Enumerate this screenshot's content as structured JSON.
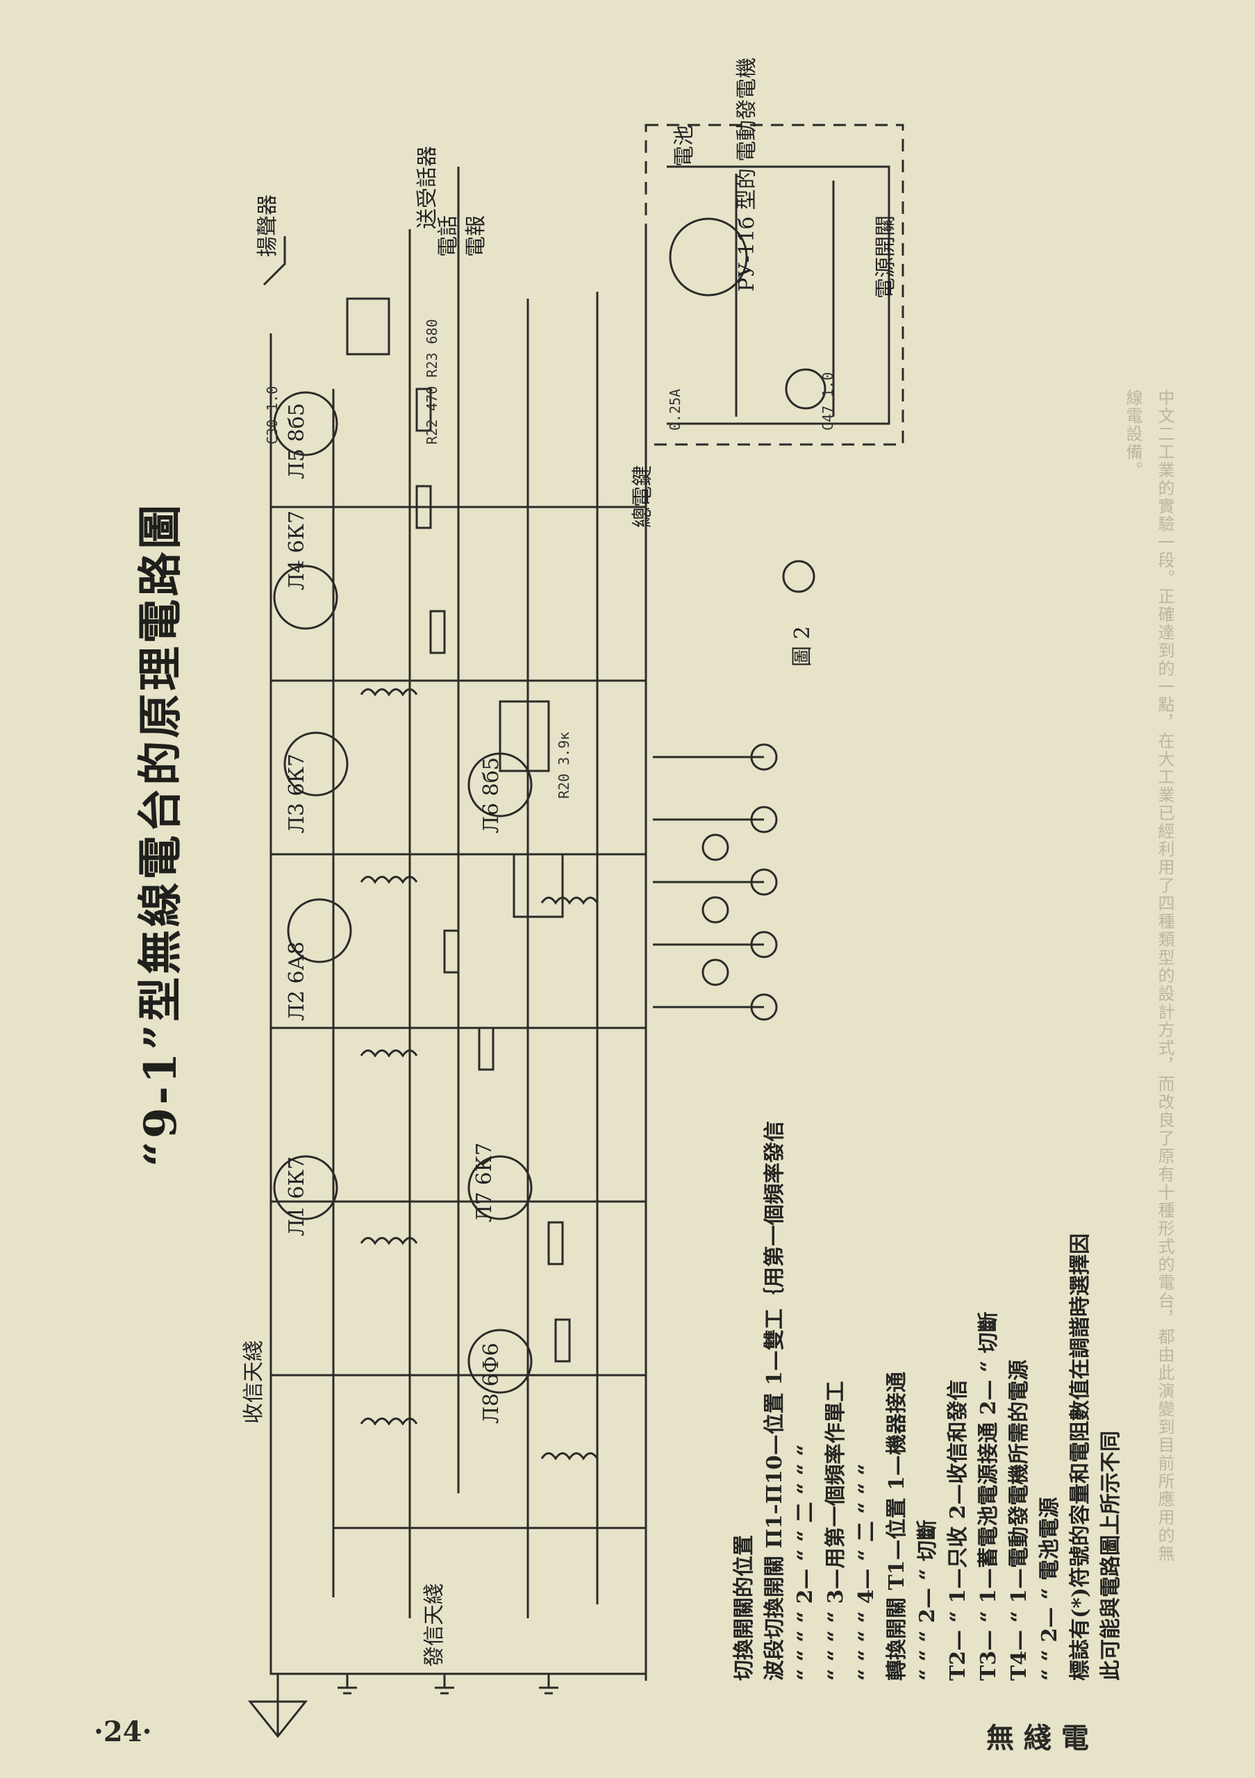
{
  "page": {
    "title": "“9-1”型無線電台的原理電路圖",
    "bleed_text": "中文二工業的實驗一段。正確達到的一點，在大工業已經利用了四種類型的設計方式，而改良了原有十種形式的電台，都由此演變到目前所應用的無線電設備。"
  },
  "schematic": {
    "labels": [
      "揚聲器",
      "Л5 8б5",
      "Л4 6К7",
      "Л3 6К7",
      "Л2 6А8",
      "Л1 6К7",
      "收信天綫",
      "發信天綫",
      "Л7 6К7",
      "Л6 8б5",
      "Л8 6Ф6",
      "電話",
      "電報",
      "送受話器",
      "總電鍵",
      "電池",
      "PУ-11б 型的 電動發電機",
      "電源開關",
      "圖 2"
    ],
    "values": [
      "C30 1.0",
      "R22 470 R23 680",
      "R20 3.9к",
      "0.25А",
      "C47 1.0"
    ]
  },
  "legend": {
    "heading": "切換開關的位置",
    "lines": [
      "波段切換開關 П1–П10—位置 1—雙工｛用第一個頻率發信",
      "“ “ “ “ 2— “ “ 二 “ “ “",
      "“ “ “ “ 3—用第一個頻率作單工",
      "“ “ “ “ 4— “ 二 “ “ “",
      "轉換開關 T1—位置 1—機器接通",
      "“ “ “ 2— “ 切斷",
      "T2— “ 1—只收   2—收信和發信",
      "T3— “ 1—蓄電池電源接通   2— “ 切斷",
      "T4— “ 1—電動發電機所需的電源",
      "“ “ 2— “ 電池電源",
      ""
    ],
    "note": [
      "標誌有(*)符號的容量和電阻數值在調諧時選擇因",
      "此可能與電路圖上所示不同"
    ]
  },
  "footer": {
    "page_number": "·24·",
    "magazine": "無  綫  電"
  }
}
